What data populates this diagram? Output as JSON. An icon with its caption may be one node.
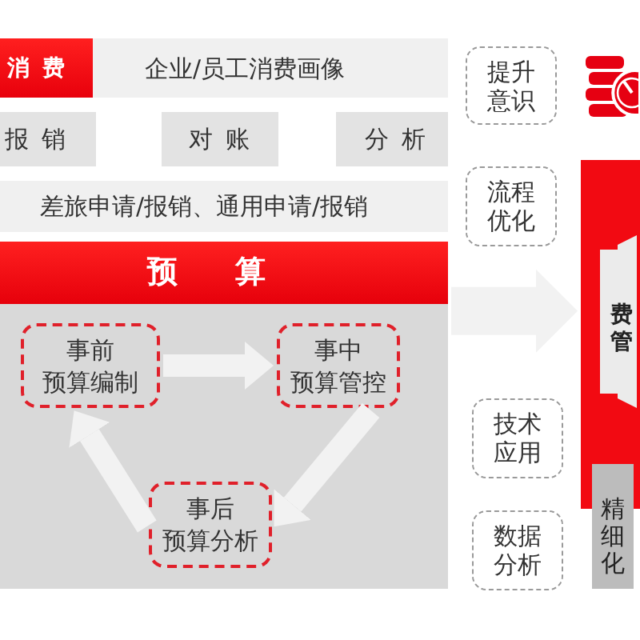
{
  "diagram": {
    "nodes": [
      {
        "text": [
          "消费"
        ]
      },
      {
        "text": [
          "企业/员工消费画像"
        ]
      },
      {
        "text": [
          "报销"
        ]
      },
      {
        "text": [
          "对账"
        ]
      },
      {
        "text": [
          "分析"
        ]
      },
      {
        "text": [
          "差旅申请/报销、通用申请/报销"
        ]
      },
      {
        "text": [
          "预算"
        ]
      },
      {
        "text": [
          "事前",
          "预算编制"
        ],
        "in": 6
      },
      {
        "text": [
          "事中",
          "预算管控"
        ],
        "in": 6
      },
      {
        "text": [
          "事后",
          "预算分析"
        ],
        "in": 6
      },
      {
        "text": [
          "提升意识"
        ]
      },
      {
        "text": [
          "流程优化"
        ]
      },
      {
        "text": [
          "技术应用"
        ]
      },
      {
        "text": [
          "数据分析"
        ]
      },
      {
        "text": [],
        "shape": "box"
      },
      {
        "text": [
          "费管"
        ],
        "in": 14
      },
      {
        "text": [
          "精细化"
        ]
      }
    ],
    "edges": [
      {
        "from": 7,
        "to": 8,
        "arrow": "to"
      },
      {
        "from": 8,
        "to": 9,
        "arrow": "to"
      },
      {
        "from": 9,
        "to": 7,
        "arrow": "to"
      },
      {
        "from": 6,
        "to": 14,
        "arrow": "to",
        "style": "thick"
      }
    ]
  }
}
